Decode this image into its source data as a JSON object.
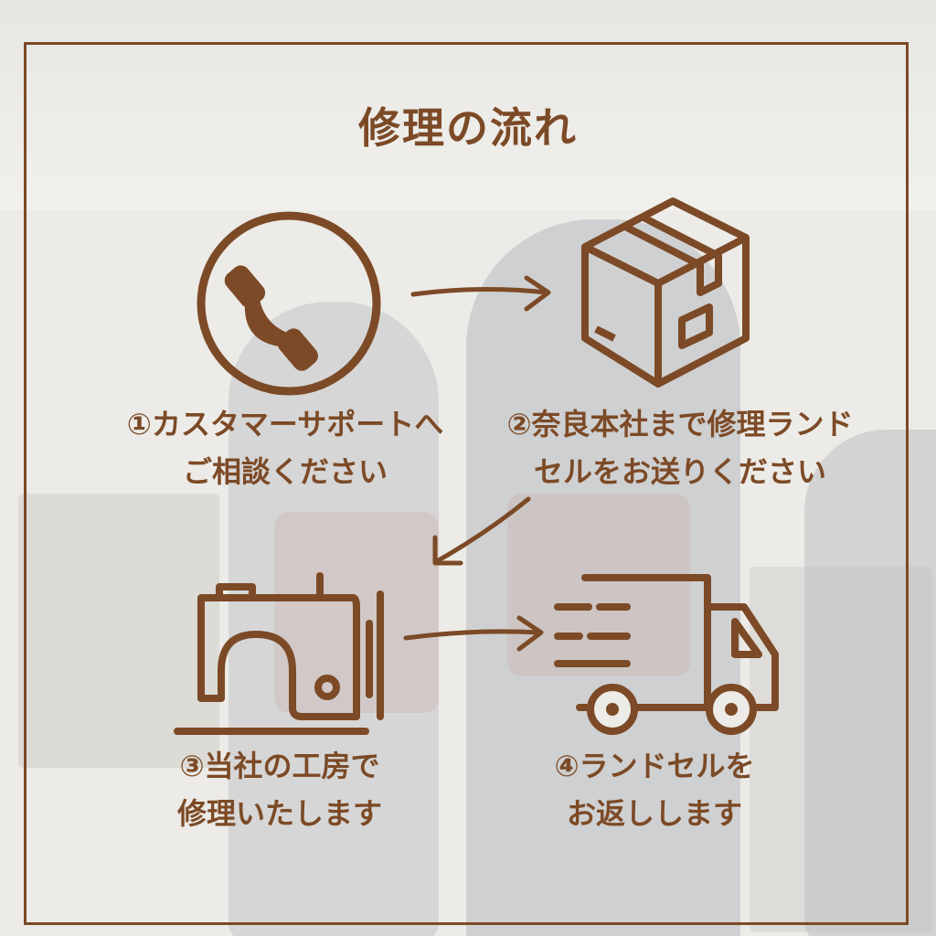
{
  "title": "修理の流れ",
  "colors": {
    "brand_brown": "#7c4a26"
  },
  "steps": [
    {
      "line1": "①カスタマーサポートへ",
      "line2": "ご相談ください",
      "icon": "phone-icon"
    },
    {
      "line1": "②奈良本社まで修理ランド",
      "line2": "セルをお送りください",
      "icon": "box-icon"
    },
    {
      "line1": "③当社の工房で",
      "line2": "修理いたします",
      "icon": "sewing-machine-icon"
    },
    {
      "line1": "④ランドセルを",
      "line2": "お返しします",
      "icon": "truck-icon"
    }
  ]
}
